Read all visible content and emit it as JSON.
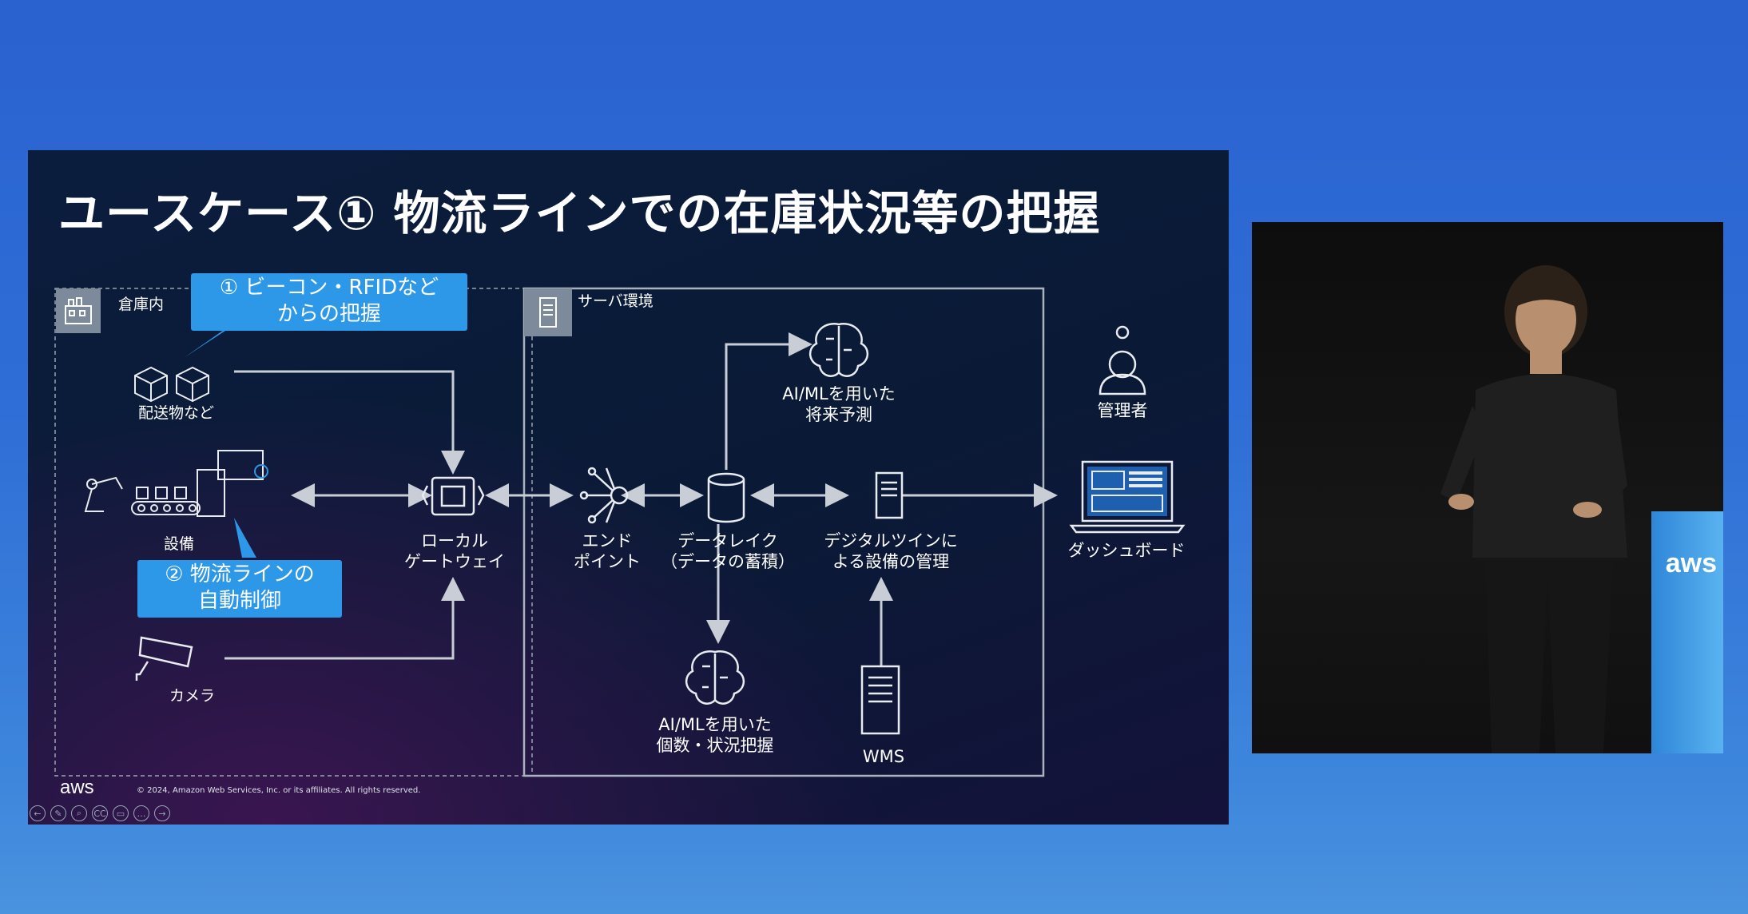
{
  "slide": {
    "title": "ユースケース① 物流ラインでの在庫状況等の把握",
    "warehouse_label": "倉庫内",
    "server_label": "サーバ環境",
    "callout1": {
      "line1": "① ビーコン・RFIDなど",
      "line2": "からの把握"
    },
    "callout2": {
      "line1": "② 物流ラインの",
      "line2": "自動制御"
    },
    "nodes": {
      "parcels": "配送物など",
      "equipment": "設備",
      "camera": "カメラ",
      "gateway_line1": "ローカル",
      "gateway_line2": "ゲートウェイ",
      "endpoint_line1": "エンド",
      "endpoint_line2": "ポイント",
      "datalake_line1": "データレイク",
      "datalake_line2": "（データの蓄積）",
      "twin_line1": "デジタルツインに",
      "twin_line2": "よる設備の管理",
      "aiml_top_line1": "AI/MLを用いた",
      "aiml_top_line2": "将来予測",
      "aiml_bottom_line1": "AI/MLを用いた",
      "aiml_bottom_line2": "個数・状況把握",
      "wms": "WMS",
      "admin": "管理者",
      "dashboard": "ダッシュボード"
    },
    "logo_text": "aws",
    "copyright": "© 2024, Amazon Web Services, Inc. or its affiliates. All rights reserved.",
    "controls": [
      "←",
      "✎",
      "⌕",
      "CC",
      "▭",
      "…",
      "→"
    ]
  },
  "speaker_video": {
    "podium_logo": "aws"
  },
  "icons": [
    "warehouse-icon",
    "server-icon",
    "parcels-icon",
    "equipment-icon",
    "camera-icon",
    "gateway-icon",
    "endpoint-icon",
    "datalake-icon",
    "twin-server-icon",
    "brain-icon",
    "wms-icon",
    "admin-icon",
    "dashboard-icon"
  ],
  "colors": {
    "accent": "#2d97e8",
    "slide_bg": "#0b1d3d",
    "line": "#c9ced6"
  }
}
